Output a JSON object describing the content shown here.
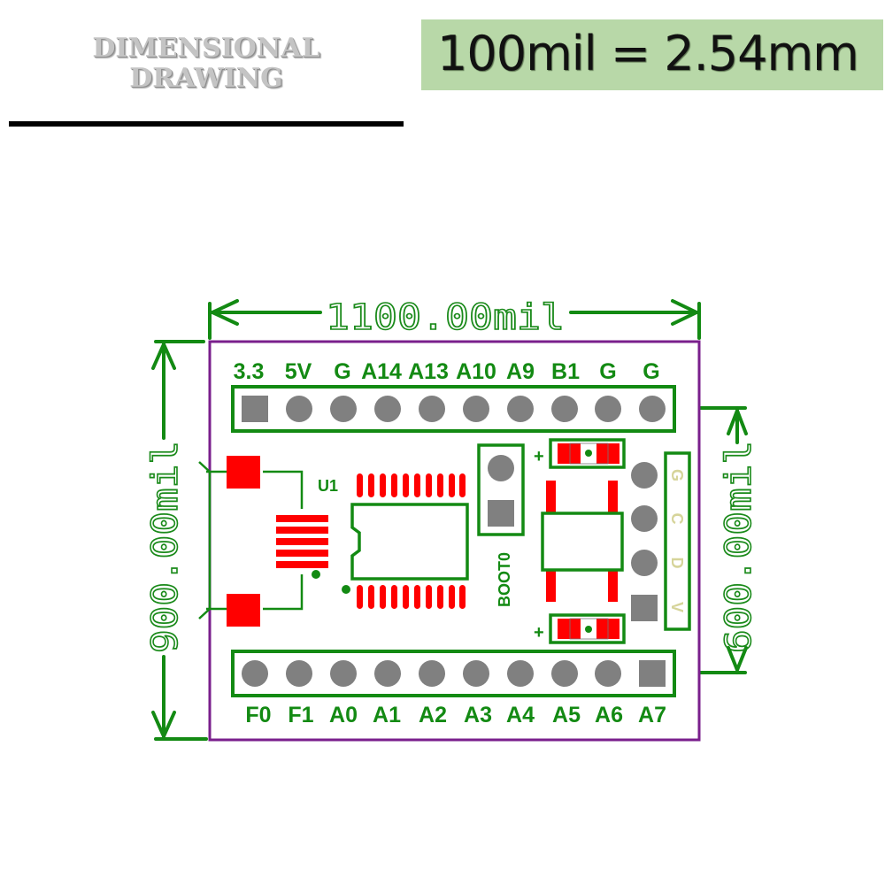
{
  "title": {
    "line1": "DIMENSIONAL",
    "line2": "DRAWING"
  },
  "scale_note": "100mil = 2.54mm",
  "colors": {
    "silkscreen": "#138a13",
    "board_outline": "#7a1f8c",
    "copper_pad": "#ff0000",
    "through_hole": "#808080",
    "scale_bg": "#b8d8a8",
    "pin_label_alt": "#d6d49a"
  },
  "dimensions": {
    "width": "1100.00mil",
    "height": "900.00mil",
    "pin_spacing": "600.00mil"
  },
  "top_header": {
    "labels": [
      "3.3",
      "5V",
      "G",
      "A14",
      "A13",
      "A10",
      "A9",
      "B1",
      "G",
      "G"
    ],
    "pin1_shape": "square"
  },
  "bottom_header": {
    "labels": [
      "F0",
      "F1",
      "A0",
      "A1",
      "A2",
      "A3",
      "A4",
      "A5",
      "A6",
      "A7"
    ],
    "pin1_shape": "square-right"
  },
  "components": {
    "ic_ref": "U1",
    "boot_jumper": "BOOT0",
    "led_polarity": "+",
    "side_connector_labels": [
      "G",
      "C",
      "D",
      "V"
    ]
  }
}
